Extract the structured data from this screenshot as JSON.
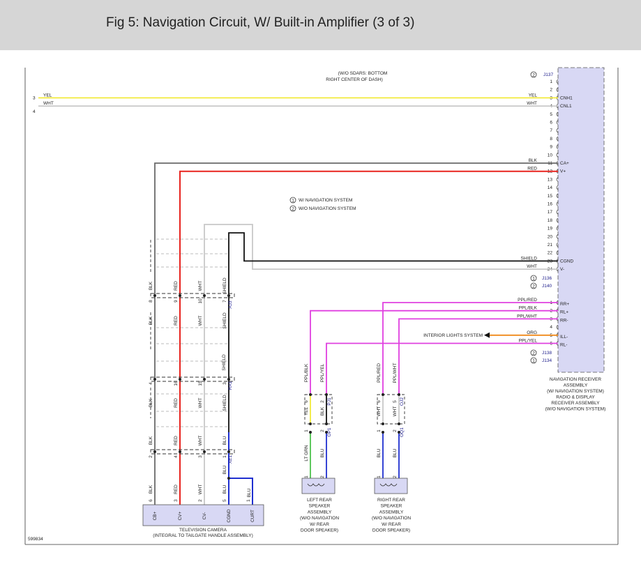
{
  "title": "Fig 5: Navigation Circuit, W/ Built-in Amplifier (3 of 3)",
  "diagram_id": "599834",
  "legend": [
    "W/ NAVIGATION SYSTEM",
    "W/O NAVIGATION SYSTEM"
  ],
  "top_note": [
    "(W/O SDARS: BOTTOM",
    "RIGHT CENTER OF DASH)"
  ],
  "left_wires": [
    {
      "pin": "3",
      "color": "YEL"
    },
    {
      "pin": "4",
      "color": "WHT"
    }
  ],
  "connectors": {
    "j137": "J137",
    "j136": "J136",
    "j140": "J140",
    "j138": "J138",
    "j134": "J134",
    "aj3": "AJ3",
    "ra1": "RA1",
    "xe1": "XE1",
    "pj1": "PJ1",
    "op1": "OP1",
    "oj2": "OJ2",
    "oq1": "OQ1"
  },
  "receiver": {
    "pins": [
      {
        "num": "1",
        "wire": "",
        "signal": ""
      },
      {
        "num": "2",
        "wire": "",
        "signal": ""
      },
      {
        "num": "3",
        "wire": "YEL",
        "signal": "CNH1"
      },
      {
        "num": "4",
        "wire": "WHT",
        "signal": "CNL1"
      },
      {
        "num": "5",
        "wire": "",
        "signal": ""
      },
      {
        "num": "6",
        "wire": "",
        "signal": ""
      },
      {
        "num": "7",
        "wire": "",
        "signal": ""
      },
      {
        "num": "8",
        "wire": "",
        "signal": ""
      },
      {
        "num": "9",
        "wire": "",
        "signal": ""
      },
      {
        "num": "10",
        "wire": "",
        "signal": ""
      },
      {
        "num": "11",
        "wire": "BLK",
        "signal": "CA+"
      },
      {
        "num": "12",
        "wire": "RED",
        "signal": "V+"
      },
      {
        "num": "13",
        "wire": "",
        "signal": ""
      },
      {
        "num": "14",
        "wire": "",
        "signal": ""
      },
      {
        "num": "15",
        "wire": "",
        "signal": ""
      },
      {
        "num": "16",
        "wire": "",
        "signal": ""
      },
      {
        "num": "17",
        "wire": "",
        "signal": ""
      },
      {
        "num": "18",
        "wire": "",
        "signal": ""
      },
      {
        "num": "19",
        "wire": "",
        "signal": ""
      },
      {
        "num": "20",
        "wire": "",
        "signal": ""
      },
      {
        "num": "21",
        "wire": "",
        "signal": ""
      },
      {
        "num": "22",
        "wire": "",
        "signal": ""
      },
      {
        "num": "23",
        "wire": "SHIELD",
        "signal": "CGND"
      },
      {
        "num": "24",
        "wire": "WHT",
        "signal": "V-"
      }
    ],
    "pins2": [
      {
        "num": "1",
        "wire": "PPL/RED",
        "signal": "RR+"
      },
      {
        "num": "2",
        "wire": "PPL/BLK",
        "signal": "RL+"
      },
      {
        "num": "3",
        "wire": "PPL/WHT",
        "signal": "RR-"
      },
      {
        "num": "4",
        "wire": "",
        "signal": ""
      },
      {
        "num": "5",
        "wire": "ORG",
        "signal": "ILL-"
      },
      {
        "num": "6",
        "wire": "PPL/YEL",
        "signal": "RL-"
      }
    ],
    "label": [
      "NAVIGATION RECEIVER",
      "ASSEMBLY",
      "(W/ NAVIGATION SYSTEM)",
      "RADIO & DISPLAY",
      "RECEIVER ASSEMBLY",
      "(W/O NAVIGATION SYSTEM)"
    ]
  },
  "interior_lights": "INTERIOR LIGHTS SYSTEM",
  "camera": {
    "pins": [
      {
        "num": "6",
        "wire": "BLK",
        "signal": "CB+"
      },
      {
        "num": "3",
        "wire": "RED",
        "signal": "CV+"
      },
      {
        "num": "2",
        "wire": "WHT",
        "signal": "CV-"
      },
      {
        "num": "5",
        "wire": "BLU",
        "signal": "CGND"
      },
      {
        "num": "1",
        "wire": "BLU",
        "signal": "CURT"
      }
    ],
    "label": [
      "TELEVISION CAMERA",
      "(INTEGRAL TO TAILGATE HANDLE ASSEMBLY)"
    ]
  },
  "camera_harness": {
    "wires": [
      "BLK",
      "RED",
      "WHT",
      "SHIELD"
    ],
    "aj3_pins": [
      "8",
      "9",
      "10",
      "7"
    ],
    "ra1_pins": [
      "4",
      "16",
      "15",
      "3"
    ],
    "xe1_pins": [
      "2",
      "4",
      "3",
      "1"
    ],
    "lower_wires": [
      "BLK",
      "RED",
      "WHT",
      "BLU"
    ],
    "blu": "BLU"
  },
  "left_speaker": {
    "upper": [
      "PPL/BLK",
      "PPL/YEL"
    ],
    "pj1_pins": [
      "6",
      "2"
    ],
    "pj1_wires": [
      "YEL",
      "BLK"
    ],
    "op1_pins": [
      "1",
      "2"
    ],
    "lower": [
      "LT GRN",
      "BLU"
    ],
    "spk_pins": [
      "1",
      "2"
    ],
    "label": [
      "LEFT REAR",
      "SPEAKER",
      "ASSEMBLY",
      "(W/O NAVIGATION",
      "W/ REAR",
      "DOOR SPEAKER)"
    ]
  },
  "right_speaker": {
    "upper": [
      "PPL/RED",
      "PPL/WHT"
    ],
    "oj2_pins": [
      "6",
      "5"
    ],
    "oj2_wires": [
      "WHT",
      "WHT"
    ],
    "oq1_pins": [
      "1",
      "2"
    ],
    "lower": [
      "BLU",
      "BLU"
    ],
    "spk_pins": [
      "1",
      "2"
    ],
    "label": [
      "RIGHT REAR",
      "SPEAKER",
      "ASSEMBLY",
      "(W/O NAVIGATION",
      "W/ REAR",
      "DOOR SPEAKER)"
    ]
  },
  "circled": {
    "one": "1",
    "two": "2"
  },
  "colors": {
    "yellow": "#f2ea3a",
    "red": "#e8231e",
    "magenta": "#e040e0",
    "blue": "#1f2fd0",
    "green": "#4cc24c",
    "orange": "#f08a1a",
    "lavender": "#d8d8f4",
    "gray": "#808080",
    "lightgray": "#c8c8c8"
  }
}
